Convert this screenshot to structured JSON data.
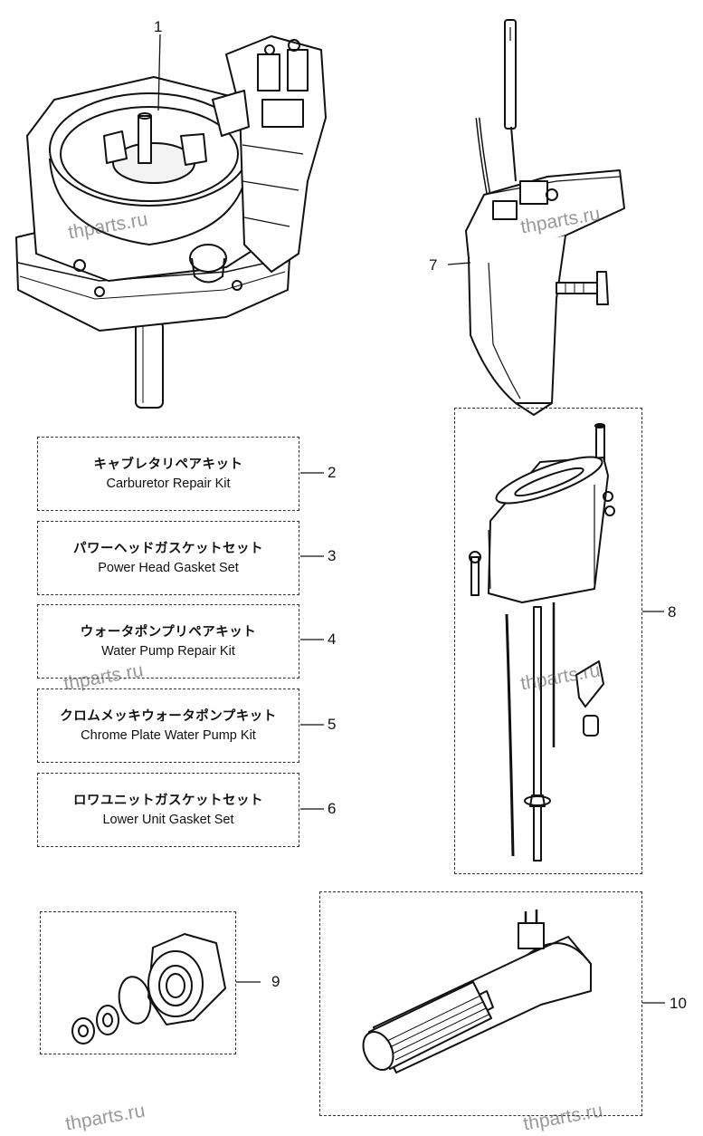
{
  "callouts": [
    "1",
    "2",
    "3",
    "4",
    "5",
    "6",
    "7",
    "8",
    "9",
    "10"
  ],
  "kits": [
    {
      "jp": "キャブレタリペアキット",
      "en": "Carburetor Repair Kit"
    },
    {
      "jp": "パワーヘッドガスケットセット",
      "en": "Power Head Gasket Set"
    },
    {
      "jp": "ウォータポンプリペアキット",
      "en": "Water Pump Repair Kit"
    },
    {
      "jp": "クロムメッキウォータポンプキット",
      "en": "Chrome Plate Water Pump Kit"
    },
    {
      "jp": "ロワユニットガスケットセット",
      "en": "Lower Unit Gasket Set"
    }
  ],
  "watermark": "thparts.ru"
}
